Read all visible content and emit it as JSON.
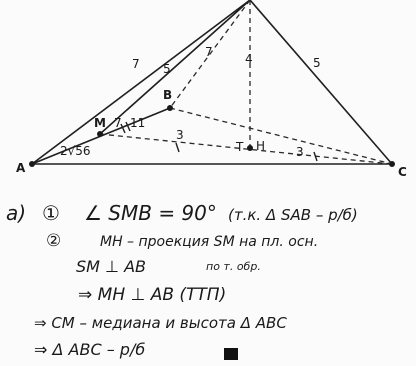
{
  "figure": {
    "points": {
      "A": "A",
      "B": "B",
      "C": "C",
      "M": "M",
      "H": "H",
      "T": "T"
    },
    "edge_labels": {
      "sa": "7",
      "sm_top": "5",
      "sm_mid": "7",
      "sh": "4",
      "sc": "5",
      "mk_tick": "11",
      "mb": "7",
      "ah": "3",
      "hc": "3",
      "am": "2√56"
    },
    "center_point_label": "T"
  },
  "notes": {
    "part_label": "a)",
    "line1": {
      "marker": "①",
      "text": "∠ SMB = 90°",
      "reason": "(т.к. Δ SAB – р/б)"
    },
    "line2": {
      "marker": "②",
      "text": "MH – проекция SM на пл. осн."
    },
    "line3": {
      "text": "SM ⊥ AB",
      "aside": "по т. обр."
    },
    "line4": {
      "text": "⇒ MH ⊥ AB  (ТТП)"
    },
    "line5": {
      "text": "⇒ CM – медиана и высота Δ ABC"
    },
    "line6": {
      "text": "⇒ Δ ABC – р/б"
    }
  }
}
